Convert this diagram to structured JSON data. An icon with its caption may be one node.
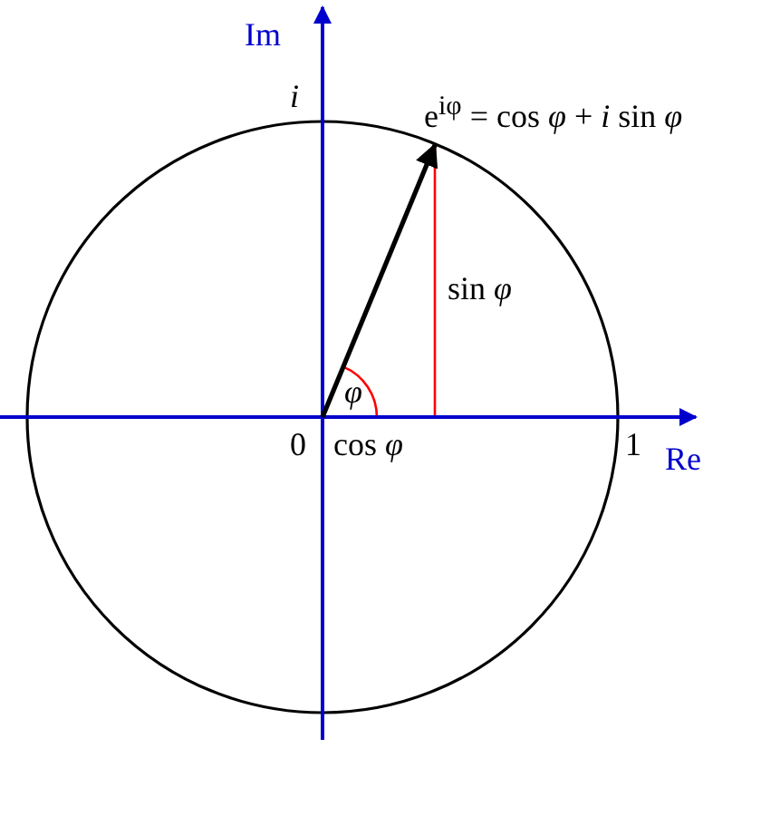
{
  "diagram": {
    "labels": [
      "Im",
      "*i*",
      "e$^{iφ}$ = cos *φ* + *i* sin *φ*",
      "sin *φ*",
      "*φ*",
      "0",
      "cos *φ*",
      "1",
      "Re"
    ]
  }
}
